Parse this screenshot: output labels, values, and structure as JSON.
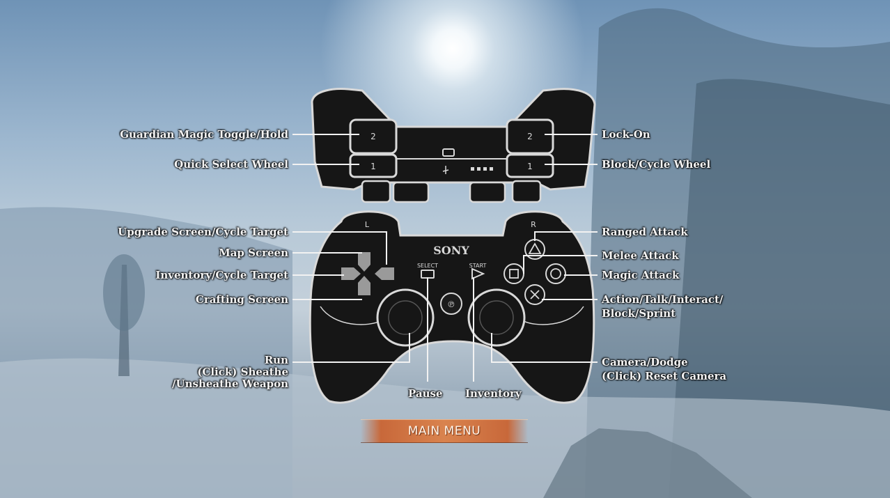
{
  "bumpers": {
    "left": {
      "top_label": "2",
      "bottom_label": "1"
    },
    "right": {
      "top_label": "2",
      "bottom_label": "1"
    }
  },
  "controller": {
    "brand": "SONY",
    "select_label": "SELECT",
    "start_label": "START",
    "left_stick_letter": "L",
    "right_stick_letter": "R"
  },
  "labels": {
    "l2": "Guardian Magic Toggle/Hold",
    "l1": "Quick Select Wheel",
    "r2": "Lock-On",
    "r1": "Block/Cycle Wheel",
    "dpad_up": "Upgrade Screen/Cycle Target",
    "dpad_right": "Map Screen",
    "dpad_left": "Inventory/Cycle Target",
    "dpad_down": "Crafting Screen",
    "left_stick_line1": "Run",
    "left_stick_line2": "(Click) Sheathe",
    "left_stick_line3": "/Unsheathe Weapon",
    "select": "Pause",
    "start": "Inventory",
    "triangle": "Ranged Attack",
    "square": "Melee Attack",
    "circle": "Magic Attack",
    "cross_line1": "Action/Talk/Interact/",
    "cross_line2": "Block/Sprint",
    "right_stick_line1": "Camera/Dodge",
    "right_stick_line2": "(Click) Reset Camera"
  },
  "menu": {
    "main_menu": "MAIN MENU"
  }
}
